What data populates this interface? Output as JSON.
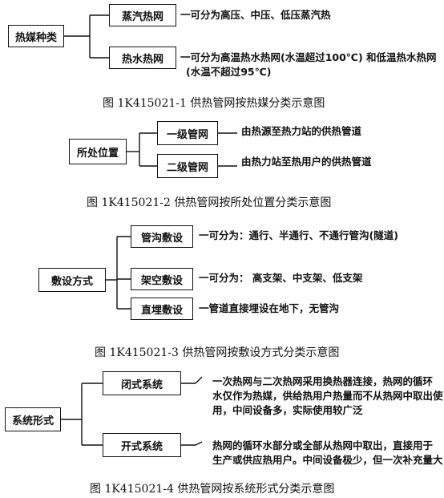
{
  "diagrams": [
    {
      "root": "热媒种类",
      "nodes": [
        {
          "label": "蒸汽热网",
          "desc": [
            "一可分为高压、中压、低压蒸汽热"
          ]
        },
        {
          "label": "热水热网",
          "desc": [
            "一可分为高温热水热网(水温超过100℃) 和低温热水热网",
            "(水温不超过95℃)"
          ]
        }
      ],
      "caption": "图 1K415021-1   供热管网按热媒分类示意图"
    },
    {
      "root": "所处位置",
      "nodes": [
        {
          "label": "一级管网",
          "desc": [
            "由热源至热力站的供热管道"
          ]
        },
        {
          "label": "二级管网",
          "desc": [
            "由热力站至热用户的供热管道"
          ]
        }
      ],
      "caption": "图 1K415021-2   供热管网按所处位置分类示意图"
    },
    {
      "root": "敷设方式",
      "nodes": [
        {
          "label": "管沟敷设",
          "desc": [
            "一可分为：通行、半通行、不通行管沟(隧道)"
          ]
        },
        {
          "label": "架空敷设",
          "desc": [
            "一可分为： 高支架、中支架、低支架"
          ]
        },
        {
          "label": "直埋敷设",
          "desc": [
            "一管道直接埋设在地下，无管沟"
          ]
        }
      ],
      "caption": "图 1K415021-3   供热管网按敷设方式分类示意图"
    },
    {
      "root": "系统形式",
      "nodes": [
        {
          "label": "闭式系统",
          "desc": [
            "一次热网与二次热网采用换热器连接，热网的循环",
            "水仅作为热媒，供给热用户热量而不从热网中取出使",
            "用，中间设备多，实际使用较广泛"
          ]
        },
        {
          "label": "开式系统",
          "desc": [
            "热网的循环水部分或全部从热网中取出，直接用于",
            "生产或供应热用户。中间设备极少，但一次补充量大"
          ]
        }
      ],
      "caption": "图 1K415021-4   供热管网按系统形式分类示意图"
    }
  ]
}
